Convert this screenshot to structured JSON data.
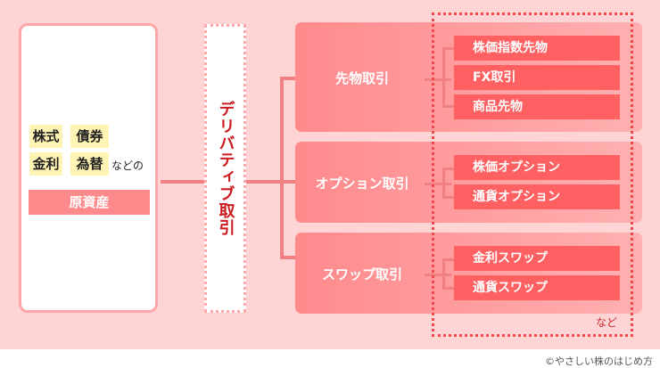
{
  "underlying": {
    "tags_row1": [
      "株式",
      "債券"
    ],
    "tags_row2": [
      "金利",
      "為替"
    ],
    "suffix": "などの",
    "label": "原資産"
  },
  "derivative": {
    "label": "デリバティブ取引"
  },
  "categories": [
    {
      "label": "先物取引",
      "items": [
        "株価指数先物",
        "FX取引",
        "商品先物"
      ]
    },
    {
      "label": "オプション取引",
      "items": [
        "株価オプション",
        "通貨オプション"
      ]
    },
    {
      "label": "スワップ取引",
      "items": [
        "金利スワップ",
        "通貨スワップ"
      ]
    }
  ],
  "examples_note": "など",
  "credit": "©やさしい株のはじめ方",
  "colors": {
    "background": "#ffd4d5",
    "accent_red": "#cc1a1f",
    "sub_item": "#ff6163",
    "asset_label": "#ff8a8c",
    "tag_highlight": "#fff4b3"
  }
}
